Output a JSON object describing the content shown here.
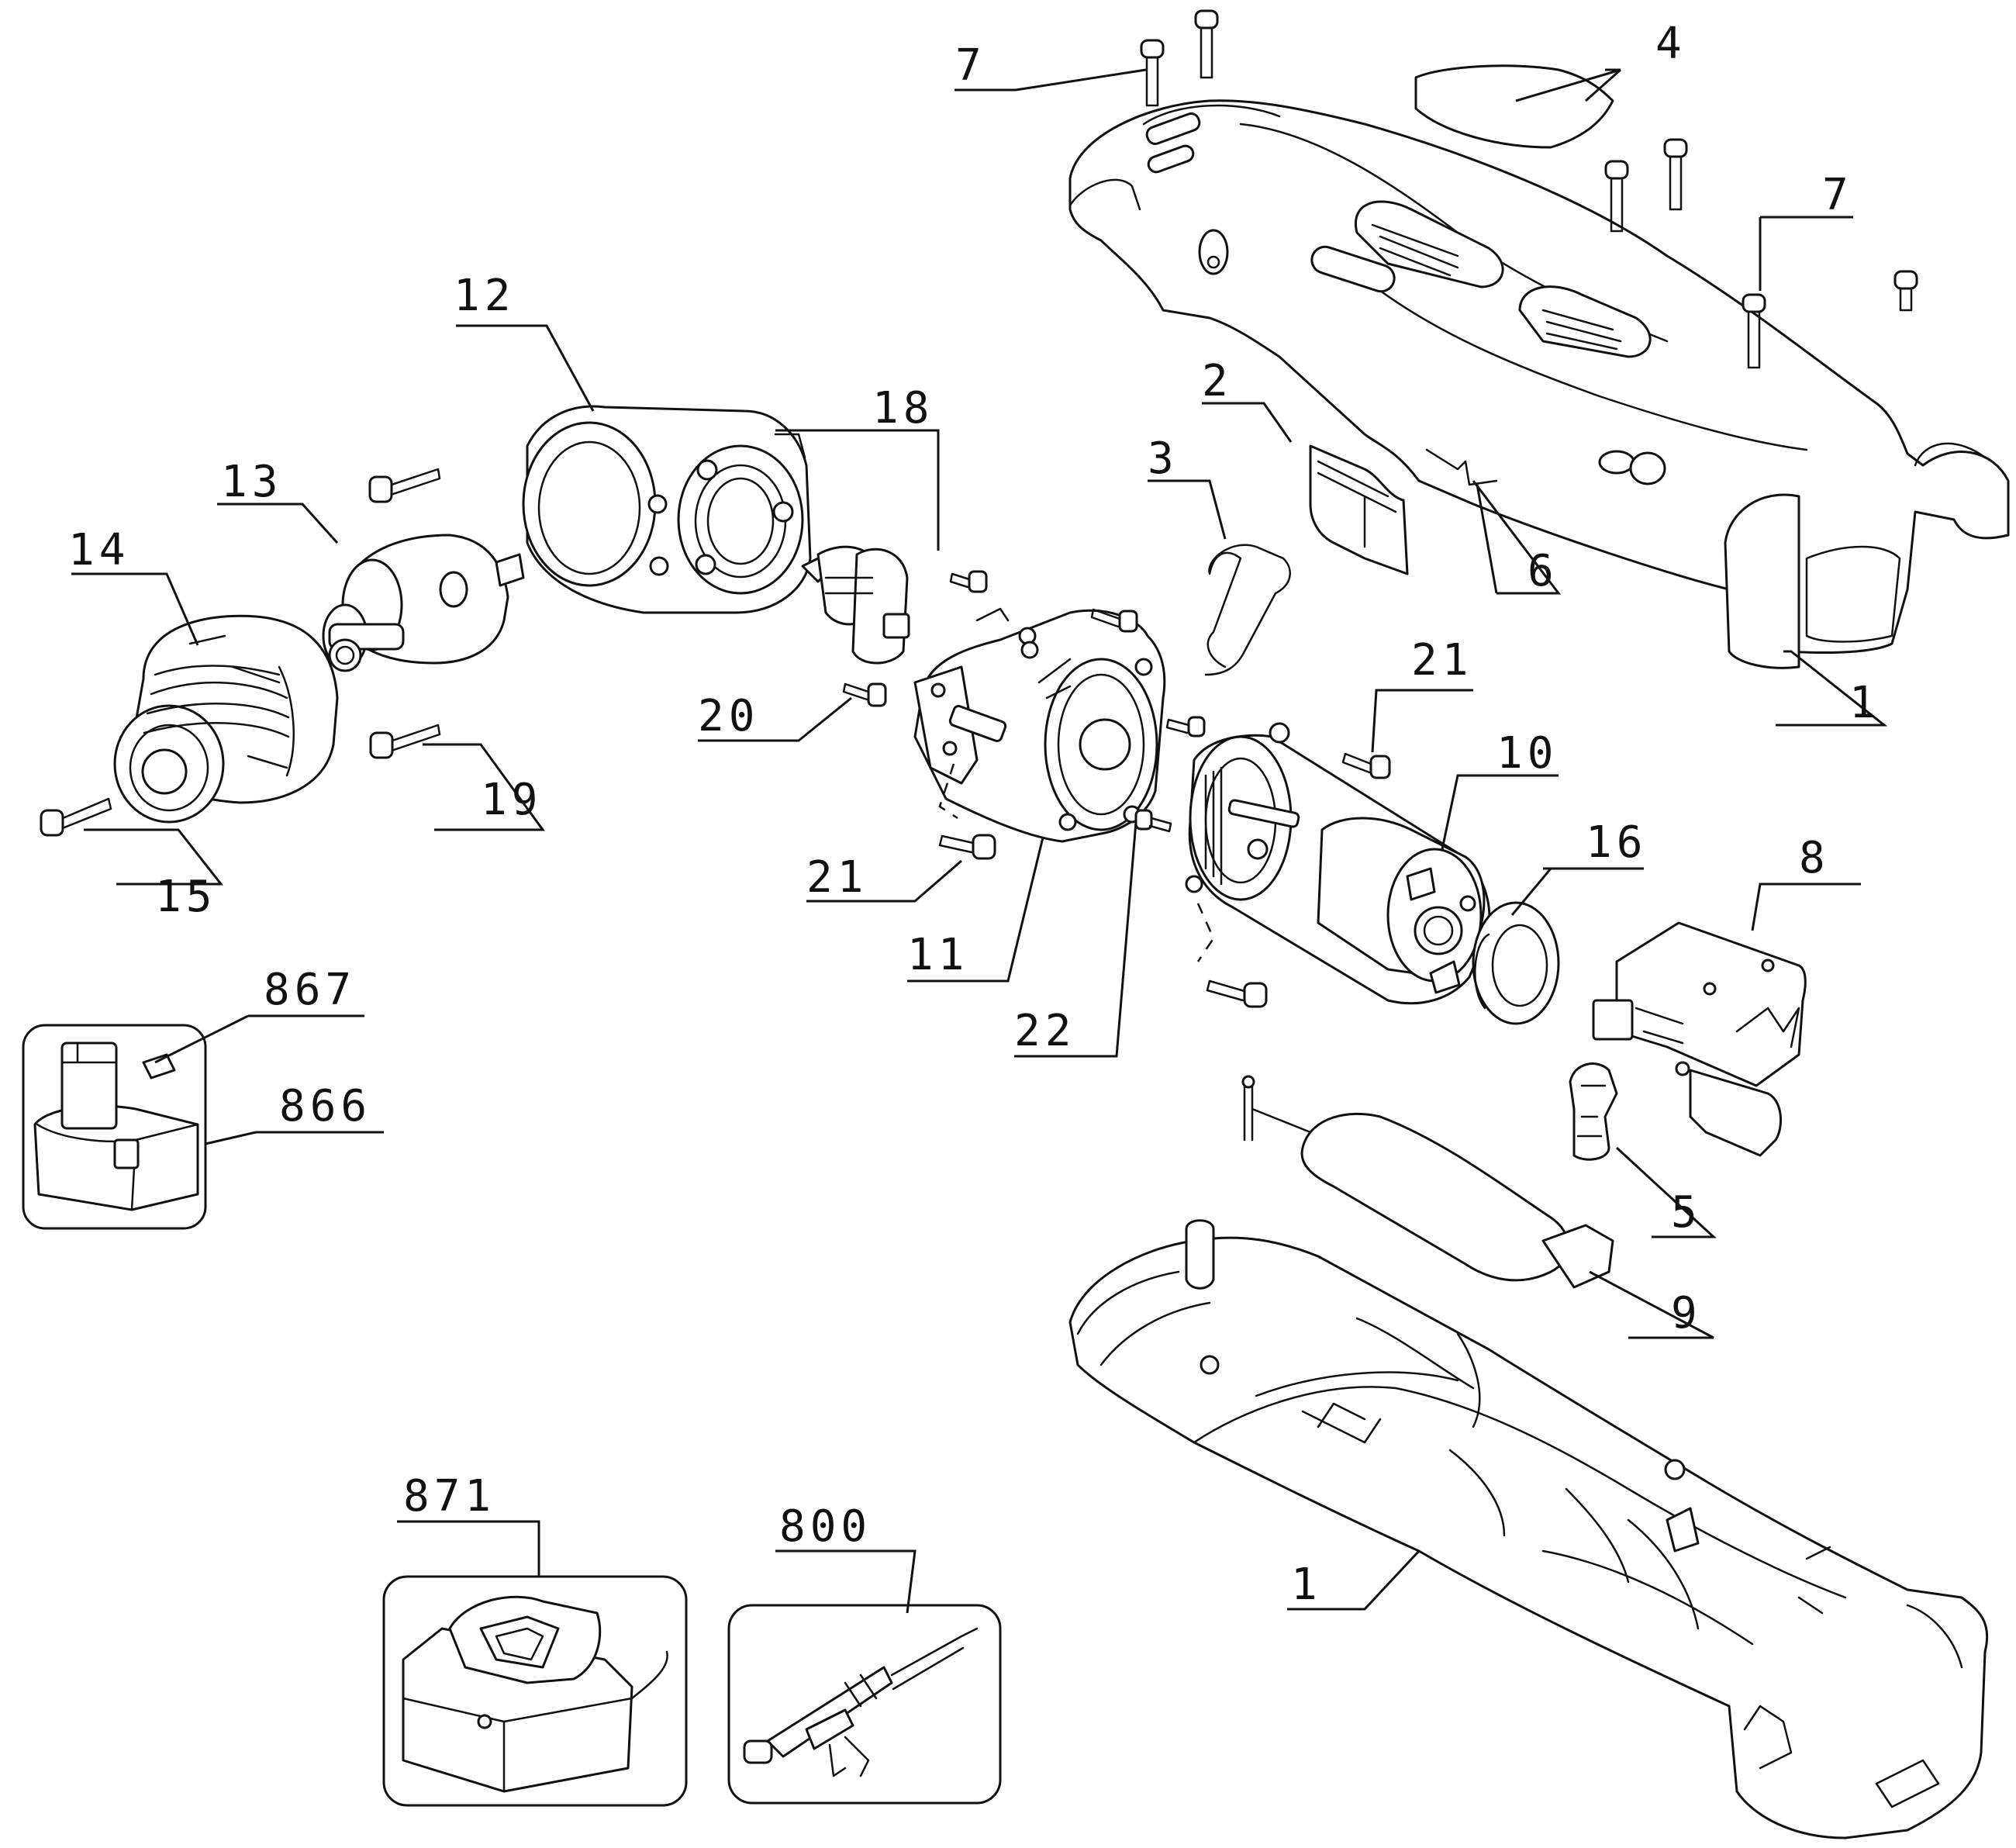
{
  "labels": {
    "p1_upper": "1",
    "p1_lower": "1",
    "p2": "2",
    "p3": "3",
    "p4": "4",
    "p5": "5",
    "p6": "6",
    "p7_left": "7",
    "p7_right": "7",
    "p8": "8",
    "p9": "9",
    "p10": "10",
    "p11": "11",
    "p12": "12",
    "p13": "13",
    "p14": "14",
    "p15": "15",
    "p16": "16",
    "p18": "18",
    "p19": "19",
    "p20": "20",
    "p21_upper": "21",
    "p21_lower": "21",
    "p22": "22",
    "p800": "800",
    "p866": "866",
    "p867": "867",
    "p871": "871"
  },
  "colors": {
    "line": "#111111",
    "background": "#ffffff"
  }
}
